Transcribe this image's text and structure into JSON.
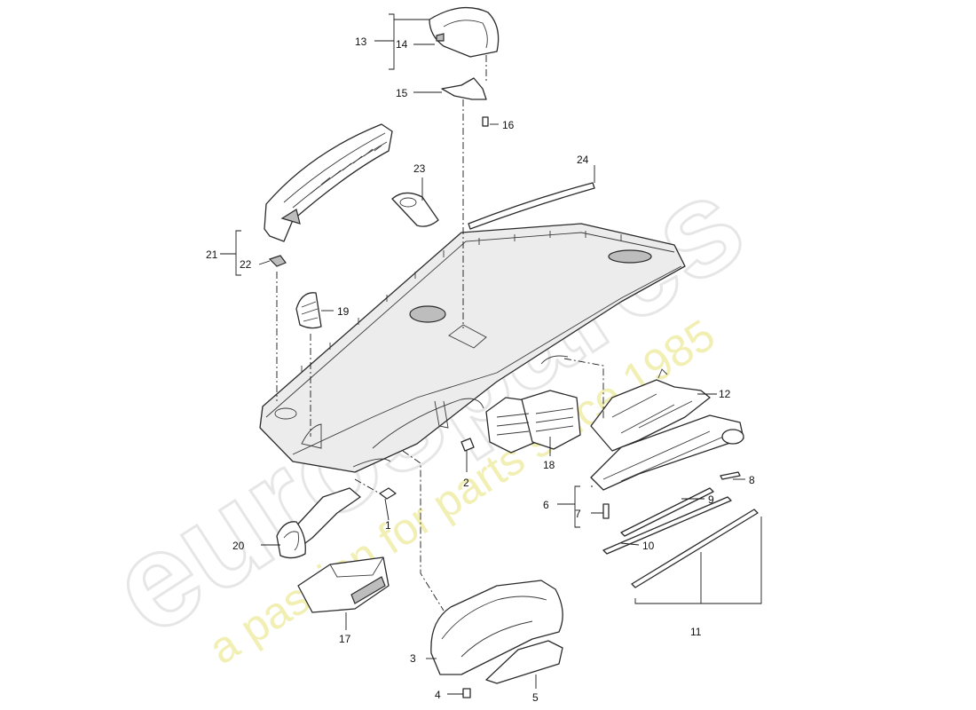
{
  "watermark": {
    "logo": "eurospares",
    "tagline": "a passion for parts since 1985"
  },
  "callouts": {
    "c1": "1",
    "c2": "2",
    "c3": "3",
    "c4": "4",
    "c5": "5",
    "c6": "6",
    "c7": "7",
    "c8": "8",
    "c9": "9",
    "c10": "10",
    "c11": "11",
    "c12": "12",
    "c13": "13",
    "c14": "14",
    "c15": "15",
    "c16": "16",
    "c17": "17",
    "c18": "18",
    "c19": "19",
    "c20": "20",
    "c21": "21",
    "c22": "22",
    "c23": "23",
    "c24": "24"
  }
}
